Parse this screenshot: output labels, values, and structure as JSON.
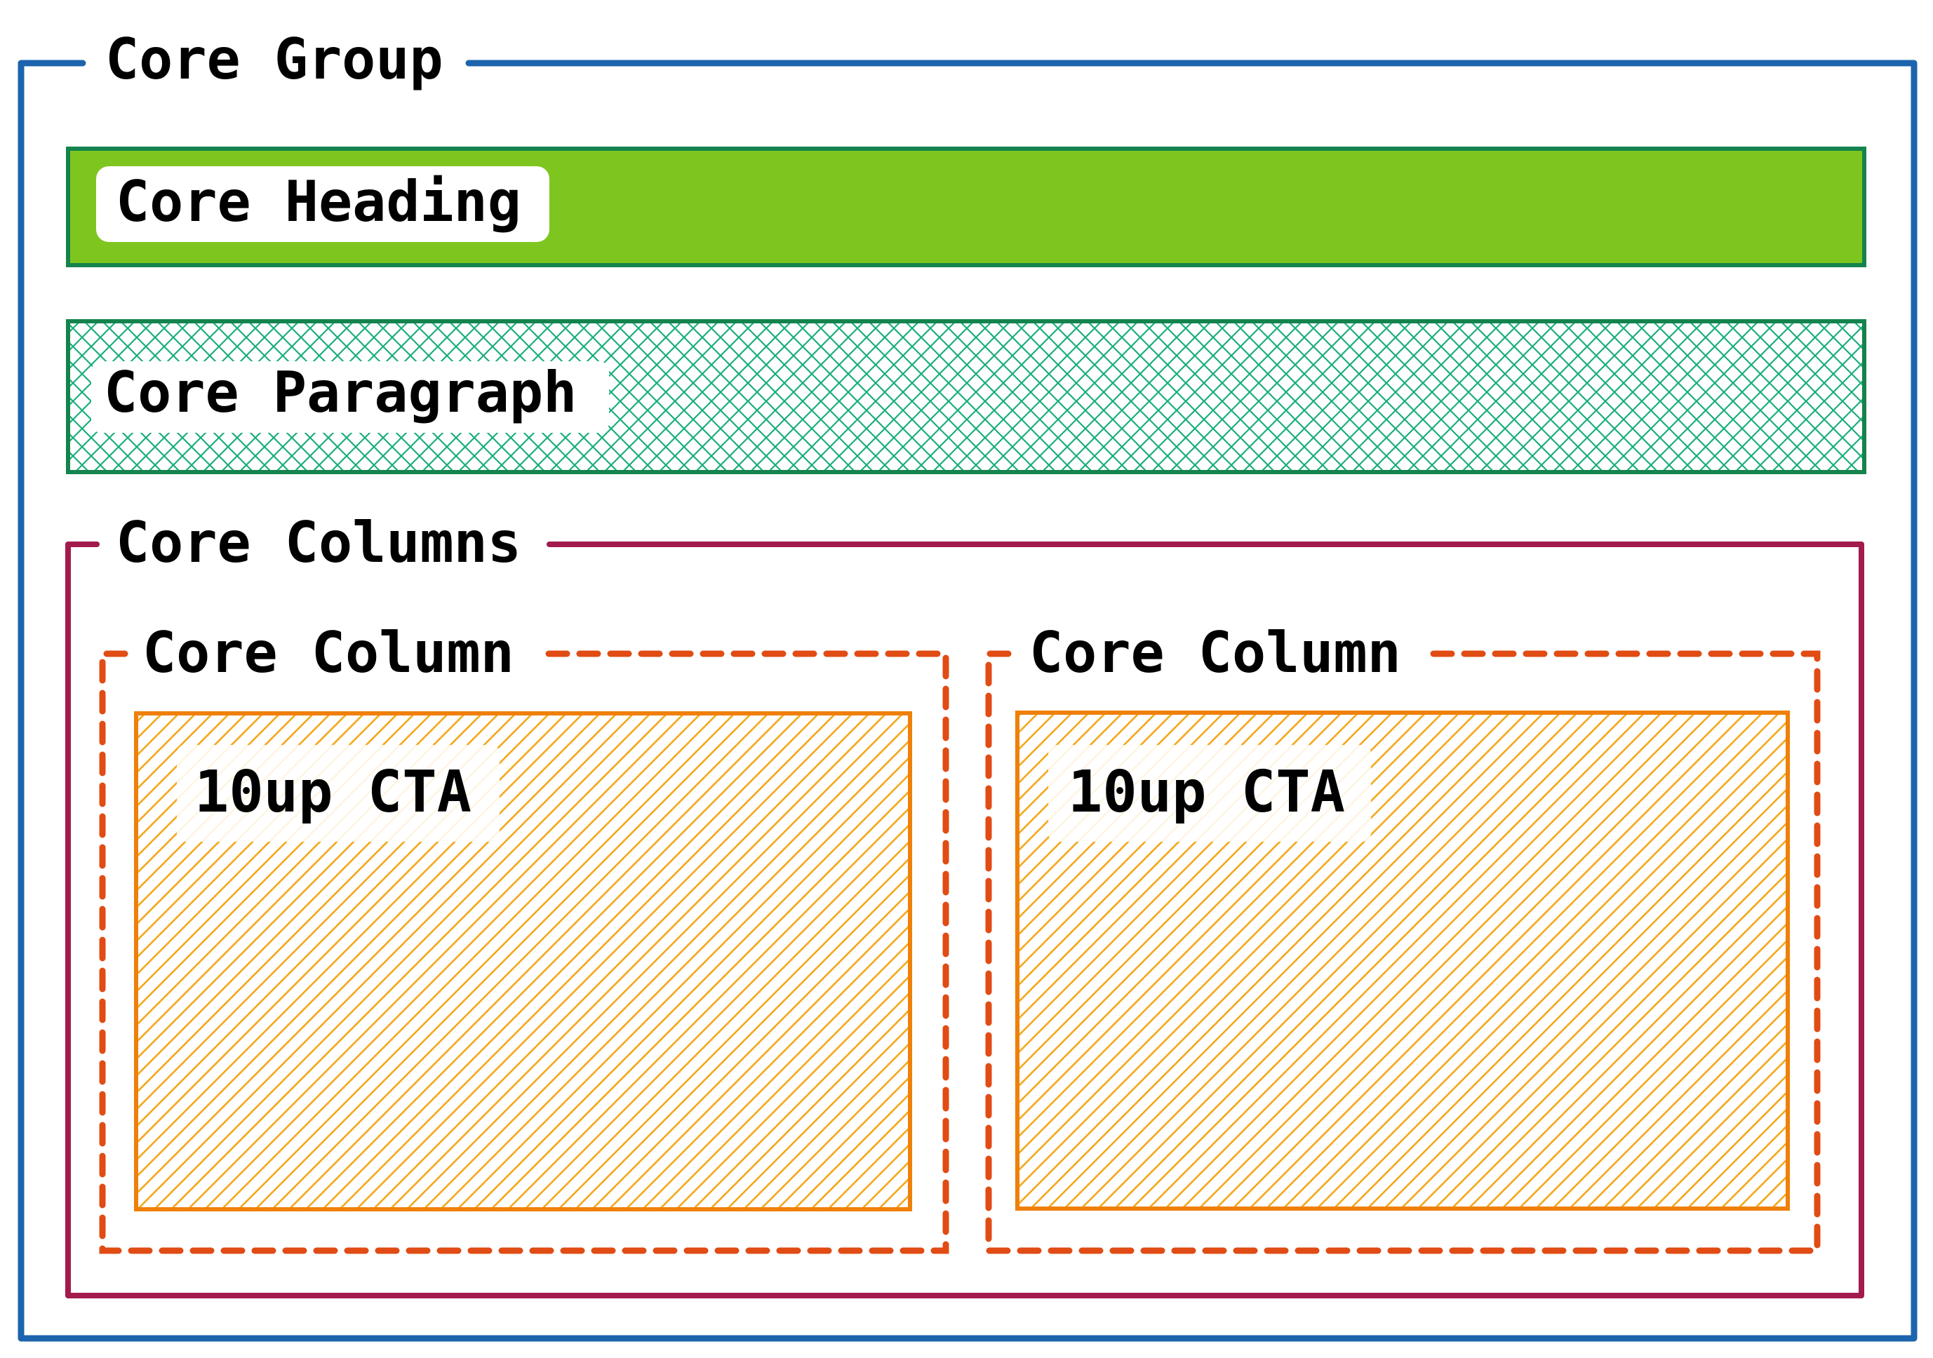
{
  "diagram": {
    "group": {
      "label": "Core Group",
      "color": "#1c64ad"
    },
    "heading": {
      "label": "Core Heading",
      "fill": "#7ec61f",
      "stroke": "#14834d"
    },
    "paragraph": {
      "label": "Core Paragraph",
      "hatch": "#1aae7d",
      "stroke": "#14834d"
    },
    "columns": {
      "label": "Core Columns",
      "color": "#a31a4c",
      "items": [
        {
          "label": "Core Column",
          "cta": "10up CTA"
        },
        {
          "label": "Core Column",
          "cta": "10up CTA"
        }
      ],
      "column_color": "#e04c14",
      "cta_stroke": "#ef8009",
      "cta_hatch": "#f4a81a"
    }
  }
}
